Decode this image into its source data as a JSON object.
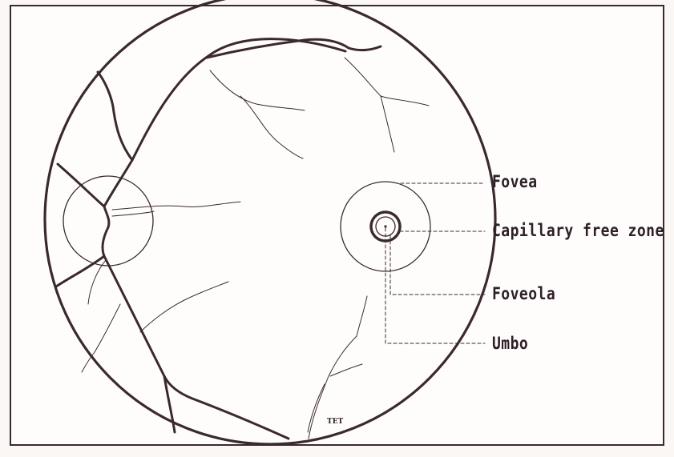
{
  "labels": {
    "fovea": "Fovea",
    "capillary_free_zone": "Capillary free zone",
    "foveola": "Foveola",
    "umbo": "Umbo"
  },
  "signature": "TET",
  "colors": {
    "ink": "#3a2a30",
    "paper": "#fffdfc",
    "background": "#fbf7f5"
  }
}
